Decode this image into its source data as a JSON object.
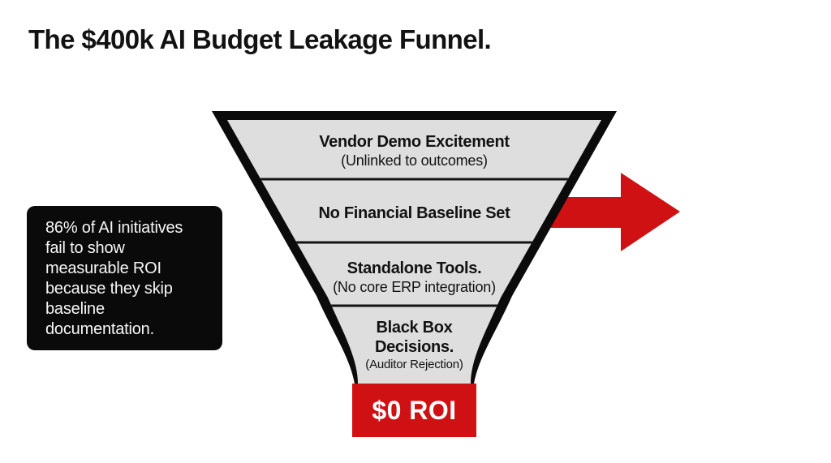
{
  "title": "The $400k AI Budget Leakage Funnel.",
  "callout": {
    "text": "86% of AI initiatives\nfail to show\nmeasurable ROI\nbecause they skip\nbaseline\ndocumentation."
  },
  "funnel": {
    "stages": [
      {
        "label": "Vendor Demo Excitement",
        "sublabel": "(Unlinked to outcomes)"
      },
      {
        "label": "No Financial Baseline Set",
        "sublabel": ""
      },
      {
        "label": "Standalone Tools.",
        "sublabel": "(No core ERP integration)"
      },
      {
        "label": "Black Box\nDecisions.",
        "sublabel": "(Auditor Rejection)"
      }
    ],
    "outcome_label": "$0 ROI"
  },
  "colors": {
    "red": "#d01114",
    "funnel_gray": "#dedede",
    "ink": "#0b0b0b",
    "background": "#ffffff"
  }
}
